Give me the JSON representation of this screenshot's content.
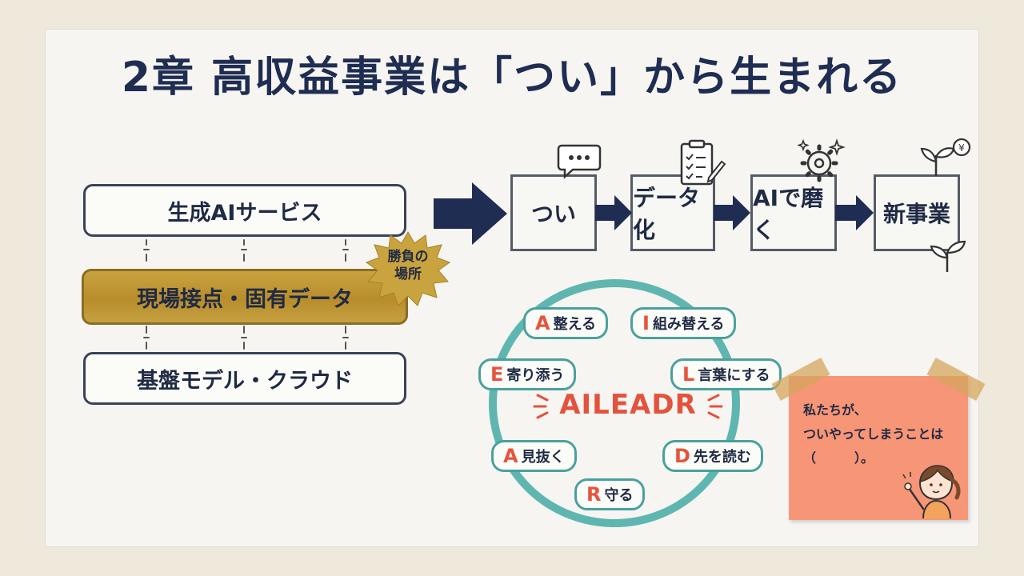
{
  "title": "2章 高収益事業は「つい」から生まれる",
  "layers": {
    "top": "生成AIサービス",
    "middle": "現場接点・固有データ",
    "bottom": "基盤モデル・クラウド",
    "badge_line1": "勝負の",
    "badge_line2": "場所"
  },
  "flow": {
    "steps": [
      "つい",
      "データ化",
      "AIで磨く",
      "新事業"
    ]
  },
  "cycle": {
    "center": "AILEADR",
    "items": [
      {
        "letter": "A",
        "label": "整える"
      },
      {
        "letter": "I",
        "label": "組み替える"
      },
      {
        "letter": "E",
        "label": "寄り添う"
      },
      {
        "letter": "L",
        "label": "言葉にする"
      },
      {
        "letter": "A",
        "label": "見抜く"
      },
      {
        "letter": "D",
        "label": "先を読む"
      },
      {
        "letter": "R",
        "label": "守る"
      }
    ]
  },
  "note": {
    "line1": "私たちが、",
    "line2": "ついやってしまうことは",
    "line3": "（　　　）。"
  },
  "colors": {
    "navy": "#1f2d52",
    "gold": "#c9a33e",
    "teal": "#4aa19c",
    "accent_red": "#e6543d",
    "note": "#f79577"
  }
}
